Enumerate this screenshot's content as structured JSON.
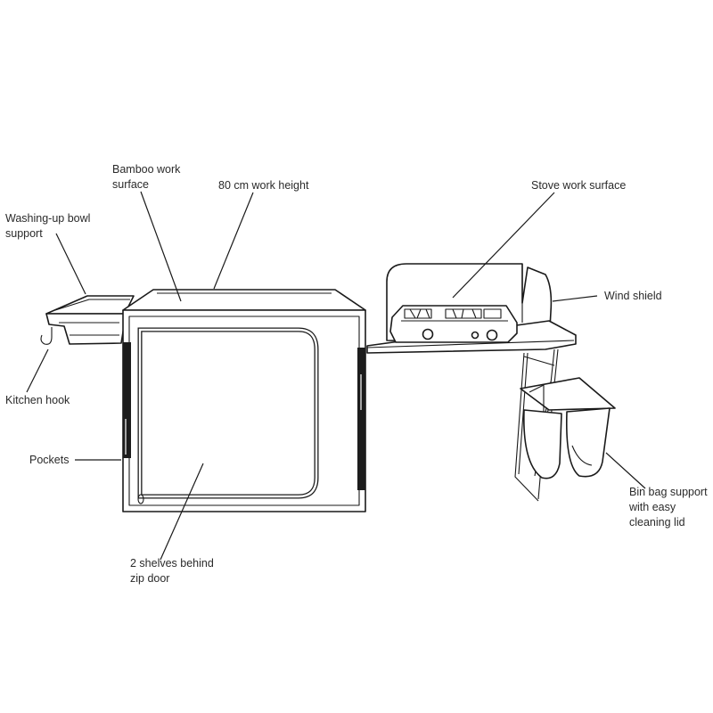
{
  "labels": {
    "bamboo": [
      "Bamboo work",
      "surface"
    ],
    "height": [
      "80 cm work height"
    ],
    "washing": [
      "Washing-up bowl",
      "support"
    ],
    "stove": [
      "Stove work surface"
    ],
    "wind": [
      "Wind shield"
    ],
    "hook": [
      "Kitchen hook"
    ],
    "pockets": [
      "Pockets"
    ],
    "shelves": [
      "2 shelves behind",
      "zip door"
    ],
    "bin": [
      "Bin bag support",
      "with easy",
      "cleaning lid"
    ]
  },
  "colors": {
    "line": "#1a1a1a",
    "text": "#2a2a2a",
    "background": "#ffffff"
  }
}
